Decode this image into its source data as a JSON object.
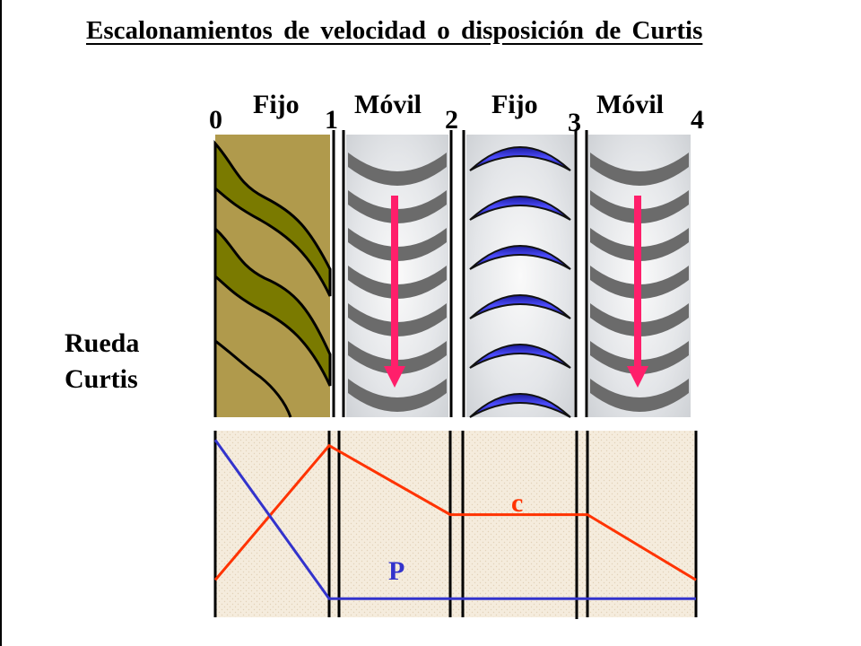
{
  "title": "Escalonamientos de velocidad o disposición de Curtis",
  "stage_labels": [
    "Fijo",
    "Móvil",
    "Fijo",
    "Móvil"
  ],
  "section_numbers": [
    "0",
    "1",
    "2",
    "3",
    "4"
  ],
  "side_label": {
    "line1": "Rueda",
    "line2": "Curtis"
  },
  "curve_labels": {
    "velocity": "c",
    "pressure": "P"
  },
  "colors": {
    "fixed_nozzle_bg": "#b09a4c",
    "fixed_nozzle_channel": "#7a7a00",
    "moving_blade": "#6b6b6b",
    "guide_blade": "#2a2ab8",
    "arrow": "#ff1f6b",
    "velocity_curve": "#ff3300",
    "pressure_curve": "#3333cc",
    "plot_bg": "#f5ecdd"
  },
  "chart_data": {
    "type": "line",
    "x": [
      0,
      1,
      2,
      3,
      4
    ],
    "series": [
      {
        "name": "c",
        "values": [
          0.2,
          0.92,
          0.55,
          0.55,
          0.2
        ]
      },
      {
        "name": "P",
        "values": [
          0.95,
          0.1,
          0.1,
          0.1,
          0.1
        ]
      }
    ],
    "xlabel": "",
    "ylabel": ""
  }
}
